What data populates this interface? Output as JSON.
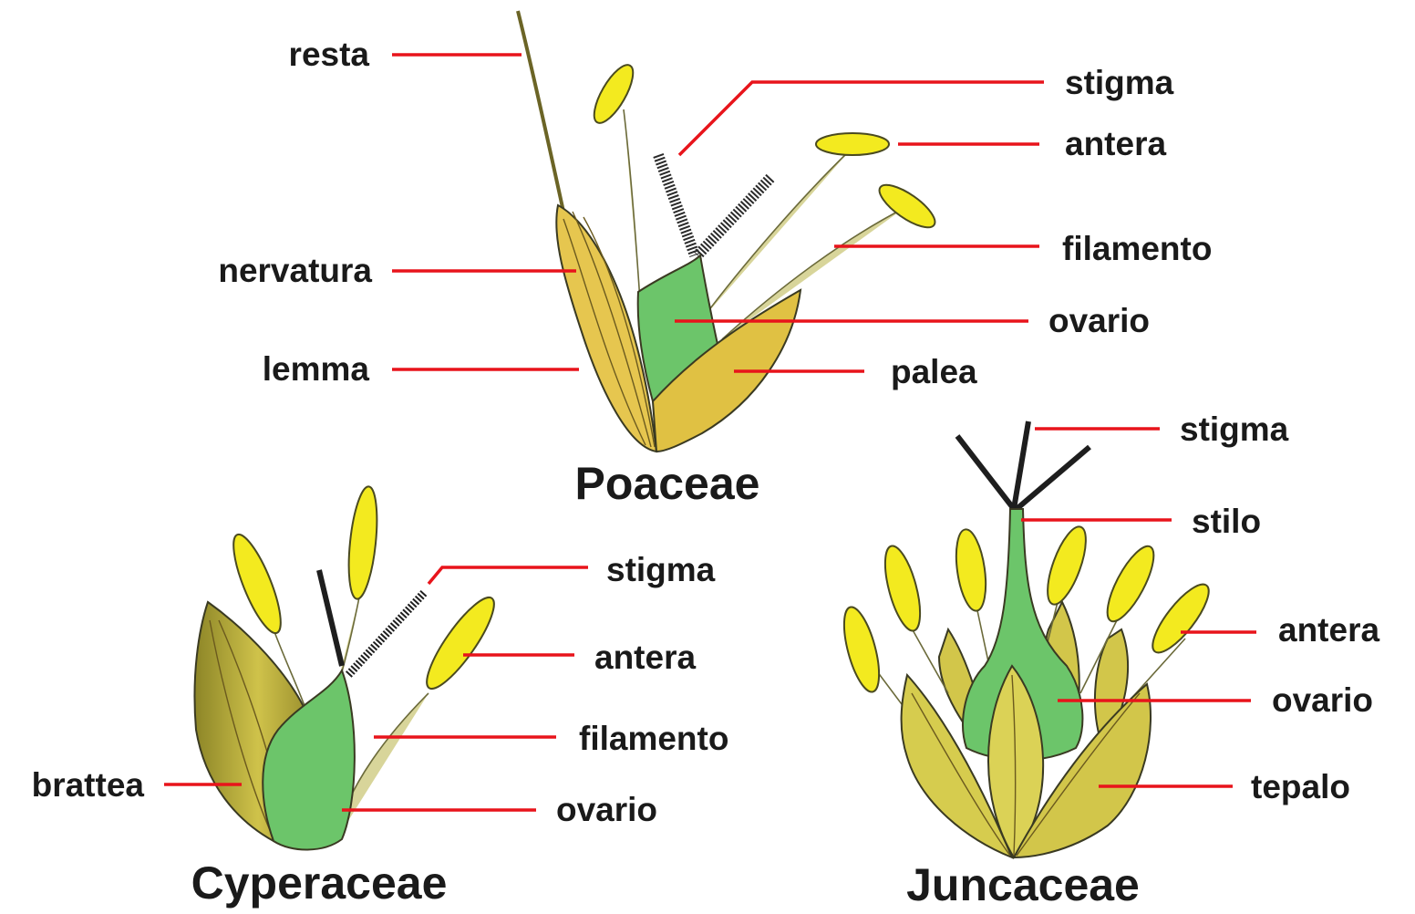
{
  "poaceae": {
    "title": "Poaceae",
    "labels": {
      "resta": "resta",
      "nervatura": "nervatura",
      "lemma": "lemma",
      "stigma": "stigma",
      "antera": "antera",
      "filamento": "filamento",
      "ovario": "ovario",
      "palea": "palea"
    }
  },
  "cyperaceae": {
    "title": "Cyperaceae",
    "labels": {
      "stigma": "stigma",
      "antera": "antera",
      "filamento": "filamento",
      "ovario": "ovario",
      "brattea": "brattea"
    }
  },
  "juncaceae": {
    "title": "Juncaceae",
    "labels": {
      "stigma": "stigma",
      "stilo": "stilo",
      "antera": "antera",
      "ovario": "ovario",
      "tepalo": "tepalo"
    }
  },
  "colors": {
    "leader": "#e8141b",
    "anther": "#f3ea1f",
    "ovary": "#6cc56a",
    "bract": "#e0c54b",
    "tepal": "#d9cf52",
    "stigma": "#1e1e1e"
  }
}
